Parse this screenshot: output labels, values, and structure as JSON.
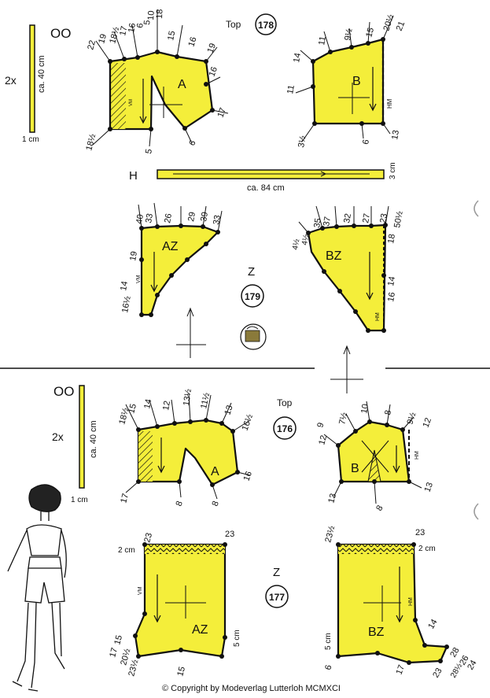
{
  "upper": {
    "model_top": "178",
    "model_z": "179",
    "top_label": "Top",
    "z_label": "Z",
    "size": "OO",
    "strap_count": "2x",
    "strap_length": "ca. 40 cm",
    "strap_width": "1 cm",
    "band_letter": "H",
    "band_length": "ca. 84 cm",
    "band_width": "3 cm",
    "piece_a": "A",
    "piece_b": "B",
    "piece_az": "AZ",
    "piece_bz": "BZ",
    "vm": "VM",
    "hm": "HM",
    "a_numbers": [
      "22",
      "19",
      "18½",
      "17",
      "16",
      "6",
      "5",
      "10",
      "18",
      "15",
      "16",
      "19",
      "16",
      "17",
      "6",
      "5",
      "18½"
    ],
    "b_numbers": [
      "14",
      "11",
      "9½",
      "11",
      "15",
      "20½",
      "21",
      "13",
      "6",
      "3½"
    ],
    "az_numbers": [
      "40",
      "33",
      "26",
      "29",
      "39",
      "33",
      "19",
      "14",
      "16½"
    ],
    "bz_numbers": [
      "4½",
      "4½",
      "35",
      "37",
      "32",
      "27",
      "23",
      "50½",
      "18",
      "14",
      "16"
    ]
  },
  "lower": {
    "model_top": "176",
    "model_z": "177",
    "top_label": "Top",
    "z_label": "Z",
    "size": "OO",
    "strap_count": "2x",
    "strap_length": "ca. 40 cm",
    "strap_width": "1 cm",
    "piece_a": "A",
    "piece_b": "B",
    "piece_az": "AZ",
    "piece_bz": "BZ",
    "vm": "VM",
    "hm": "HM",
    "a_numbers": [
      "18½",
      "15",
      "14",
      "12",
      "13½",
      "11½",
      "13",
      "16½",
      "16",
      "8",
      "8",
      "17"
    ],
    "b_numbers": [
      "12",
      "9",
      "7½",
      "10",
      "8",
      "9½",
      "12",
      "13",
      "8",
      "13"
    ],
    "az_numbers": [
      "23",
      "2 cm",
      "23",
      "17",
      "15",
      "20½",
      "23½",
      "15",
      "5 cm"
    ],
    "bz_numbers": [
      "23½",
      "23",
      "2 cm",
      "14",
      "28",
      "26",
      "24",
      "28½",
      "23",
      "17",
      "5 cm",
      "6"
    ]
  },
  "copyright": "© Copyright by Modeverlag Lutterloh MCMXCI",
  "colors": {
    "piece_fill": "#f4ee3a",
    "outline": "#111111",
    "background": "#ffffff"
  }
}
